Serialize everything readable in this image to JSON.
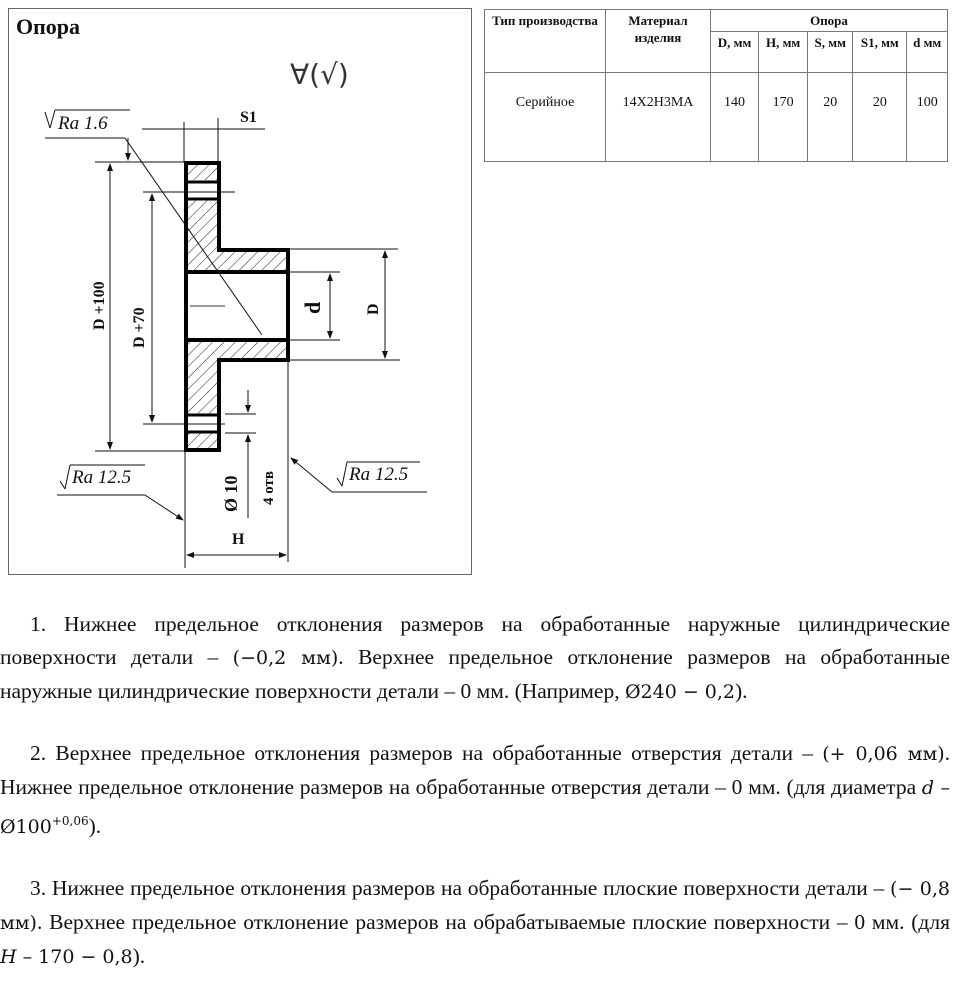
{
  "drawing": {
    "title": "Опора",
    "roughness_symbol": "∀(√)",
    "ra_top": "Ra 1.6",
    "ra_bottom_left": "Ra 12.5",
    "ra_bottom_right": "Ra 12.5",
    "dim_s1": "S1",
    "dim_d_plus_100": "D +100",
    "dim_d_plus_70": "D +70",
    "dim_small_d": "d",
    "dim_big_d": "D",
    "dim_hole_dia": "Ø 10",
    "dim_hole_count": "4 отв",
    "dim_h": "H"
  },
  "table": {
    "headers": {
      "type": "Тип производства",
      "material": "Материал изделия",
      "group": "Опора"
    },
    "columns": [
      "D, мм",
      "H, мм",
      "S, мм",
      "S1, мм",
      "d мм"
    ],
    "row": {
      "type": "Серийное",
      "material": "14Х2Н3МА",
      "values": [
        "140",
        "170",
        "20",
        "20",
        "100"
      ]
    }
  },
  "paragraphs": [
    {
      "t1": "1. Нижнее предельное отклонения размеров на обработанные наружные цилиндрические поверхности детали – ",
      "m1": "(−0,2 мм)",
      "t2": ". Верхнее предельное отклонение размеров на обработанные наружные цилиндрические поверхности детали – 0 мм. (Например, ",
      "m2": "Ø240 − 0,2",
      "t3": ")."
    },
    {
      "t1": "2. Верхнее предельное отклонения размеров на обработанные отверстия детали – ",
      "m1": "(+ 0,06 мм)",
      "t2": ". Нижнее предельное отклонение размеров на обработанные отверстия детали – 0 мм. (для диаметра ",
      "mi": "d",
      "m2": " – Ø100",
      "sup": "+0,06",
      "t3": ")."
    },
    {
      "t1": "3. Нижнее предельное отклонения размеров на обработанные плоские поверхности детали – ",
      "m1": "(− 0,8 мм)",
      "t2": ". Верхнее предельное отклонение размеров на обрабатываемые плоские поверхности – 0 мм. (для ",
      "mi": "H",
      "m2": " – 170 − 0,8",
      "t3": ")."
    }
  ]
}
